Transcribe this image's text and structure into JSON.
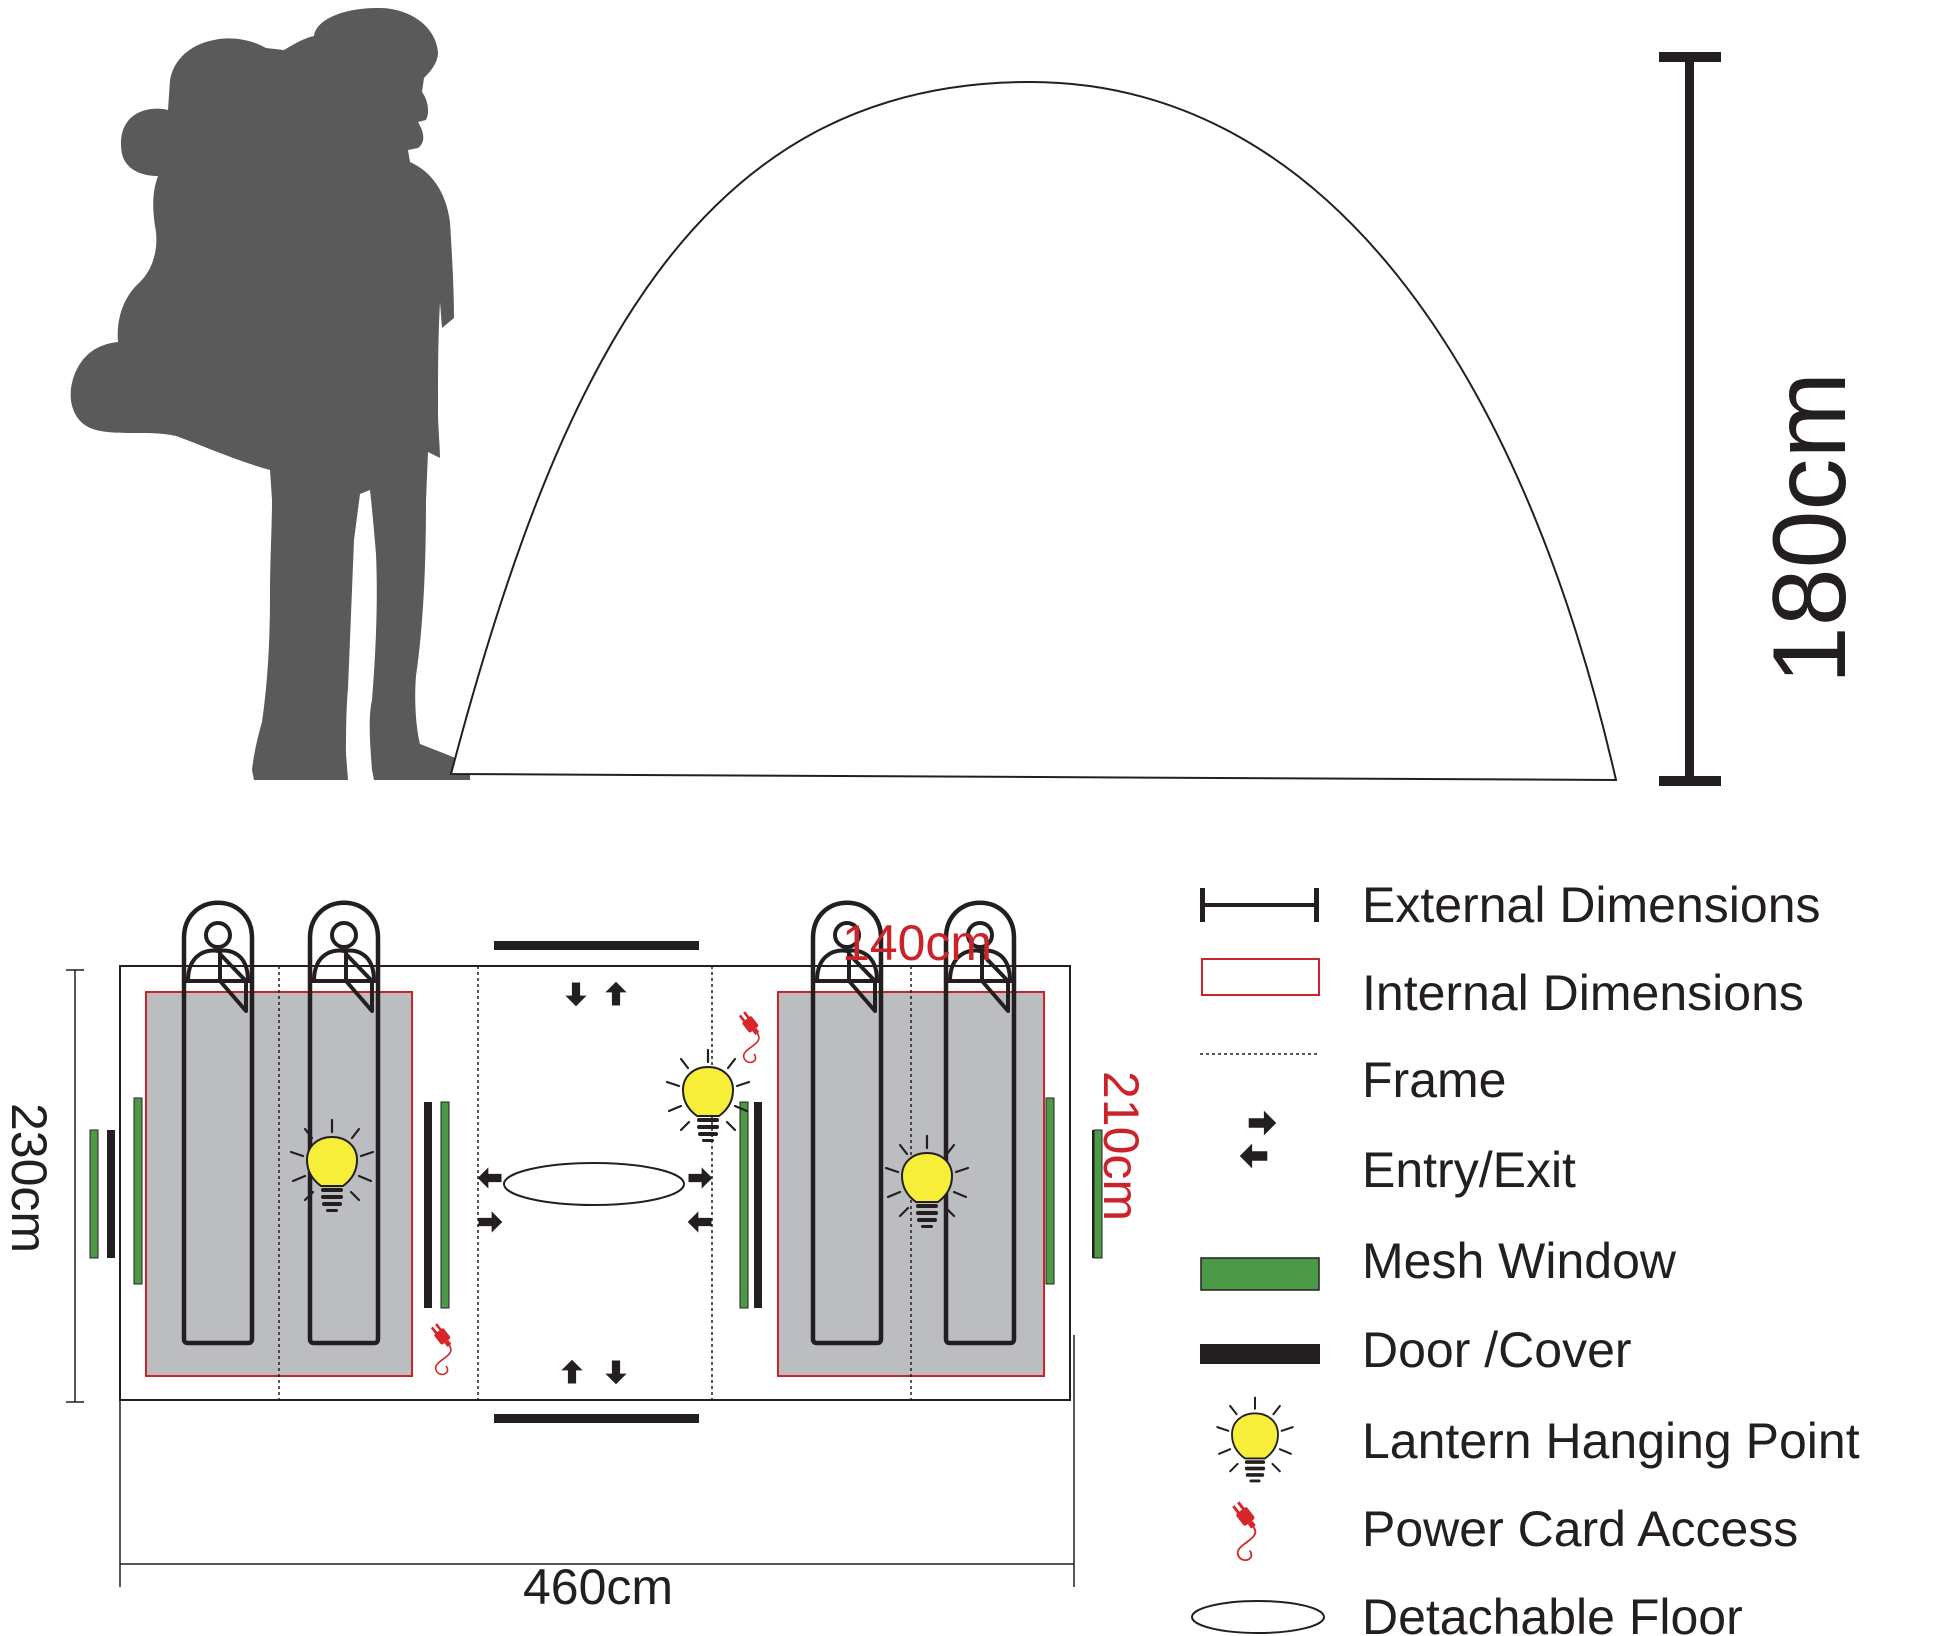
{
  "colors": {
    "ink": "#231f20",
    "silhouette": "#5a5a5a",
    "room": "#bcbdc0",
    "interior_outline": "#cc2229",
    "mesh": "#4c9a48",
    "lantern": "#f7ee3a",
    "power": "#d7262b",
    "dimension_red": "#cc2229"
  },
  "side_view": {
    "height_label": "180cm"
  },
  "floor_plan": {
    "overall_length_label": "460cm",
    "overall_width_label": "230cm",
    "room_length_label": "140cm",
    "room_width_label": "210cm"
  },
  "legend": {
    "items": [
      {
        "icon": "external-dimensions-icon",
        "label": "External Dimensions"
      },
      {
        "icon": "internal-dimensions-icon",
        "label": "Internal Dimensions"
      },
      {
        "icon": "frame-icon",
        "label": "Frame"
      },
      {
        "icon": "entry-exit-arrows-icon",
        "label": "Entry/Exit"
      },
      {
        "icon": "mesh-window-icon",
        "label": "Mesh Window"
      },
      {
        "icon": "door-cover-icon",
        "label": "Door /Cover"
      },
      {
        "icon": "lantern-bulb-icon",
        "label": "Lantern Hanging Point"
      },
      {
        "icon": "power-plug-icon",
        "label": "Power Card Access"
      },
      {
        "icon": "detachable-floor-icon",
        "label": "Detachable Floor"
      }
    ]
  }
}
